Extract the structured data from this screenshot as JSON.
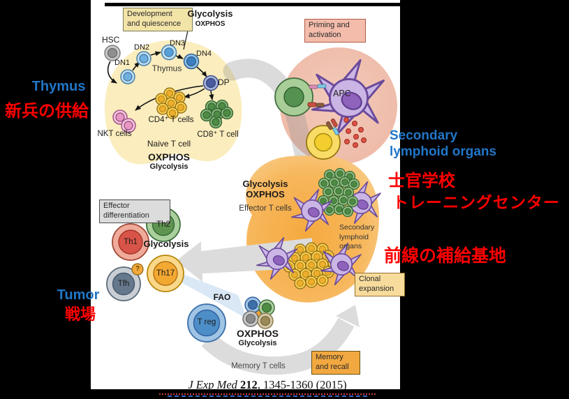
{
  "side_labels": {
    "thymus_en": "Thymus",
    "thymus_jp": "新兵の供給",
    "slo_en": "Secondary\nlymphoid organs",
    "slo_jp_line1": "士官学校",
    "slo_jp_line2": "トレーニングセンター",
    "frontline_jp": "前線の補給基地",
    "tumor_en": "Tumor",
    "tumor_jp": "戦場"
  },
  "boxes": {
    "development": "Development\nand quiescence",
    "priming": "Priming and\nactivation",
    "effector": "Effector\ndifferentiation",
    "clonal": "Clonal\nexpansion",
    "memory": "Memory\nand recall"
  },
  "metabolism": {
    "thymus_dev_main": "Glycolysis",
    "thymus_dev_sub": "OXPHOS",
    "naive_main": "OXPHOS",
    "naive_sub": "Glycolysis",
    "effector_main": "Glycolysis",
    "effector_sub": "OXPHOS",
    "th_differentiation": "Glycolysis",
    "memory_fao": "FAO",
    "memory_main": "OXPHOS",
    "memory_sub": "Glycolysis"
  },
  "cells": {
    "hsc": "HSC",
    "dn1": "DN1",
    "dn2": "DN2",
    "dn3": "DN3",
    "dn4": "DN4",
    "dp": "DP",
    "thymus_organ": "Thymus",
    "nkt": "NKT cells",
    "cd4": "CD4⁺ T cells",
    "cd8": "CD8⁺ T cell",
    "naive": "Naive T cell",
    "apc": "APC",
    "effector_t": "Effector T cells",
    "slo_organ": "Secondary\nlymphoid\norgans",
    "th1": "Th1",
    "th2": "Th2",
    "th17": "Th17",
    "tfh": "Tfh",
    "tfh_unknown": "?",
    "treg": "T reg",
    "memory_t": "Memory T cells"
  },
  "citation": {
    "journal": "J Exp Med ",
    "volume": "212",
    "rest": ", 1345-1360 (2015)"
  },
  "colors": {
    "annotation_blue": "#2176C7",
    "annotation_red": "#FF0000",
    "thymus_yellow": "#FBEDBD",
    "lymphoid_orange": "#F5A93E",
    "priming_pink": "#EDB5A2"
  }
}
